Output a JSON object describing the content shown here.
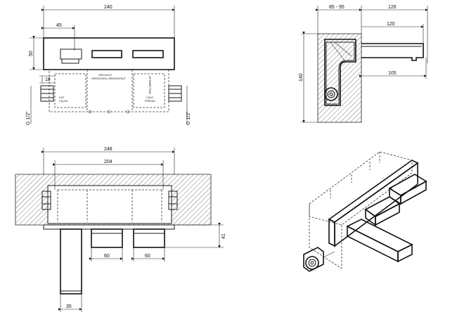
{
  "front_view": {
    "width": "240",
    "offset": "45",
    "height": "50",
    "small": "18",
    "thread_left": "G 1/2\"",
    "thread_right": "G 1/2\"",
    "hot_label": "HOT\nCALDA",
    "cold_label": "COLD\nFREDDA",
    "high_label": "HIGH ALTO\nHORIZONTAL ORIZZONTALE",
    "top_label": "UP SENSO ALTO\nUP DIRECTION"
  },
  "side_view": {
    "depth": "85 - 95",
    "spout_total": "126",
    "spout_len": "120",
    "height": "140",
    "spout_reach": "105"
  },
  "section_view": {
    "width_outer": "248",
    "width_inner": "204",
    "handle_a": "60",
    "handle_b": "60",
    "drop": "41",
    "spout_width": "35"
  }
}
